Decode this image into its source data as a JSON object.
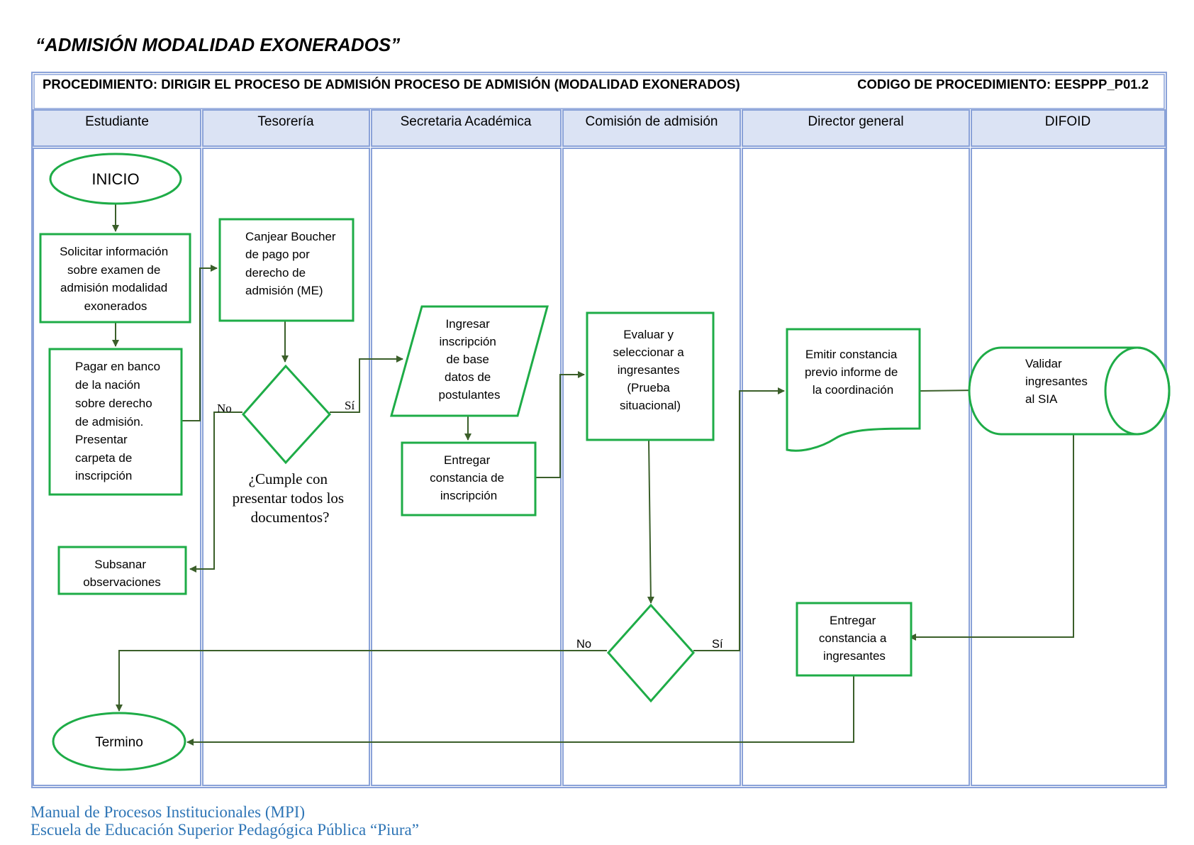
{
  "title": "“ADMISIÓN MODALIDAD EXONERADOS”",
  "header": {
    "procedure": "PROCEDIMIENTO: DIRIGIR EL PROCESO DE ADMISIÓN PROCESO DE ADMISIÓN (MODALIDAD EXONERADOS)",
    "code": "CODIGO DE PROCEDIMIENTO: EESPPP_P01.2"
  },
  "lanes": [
    "Estudiante",
    "Tesorería",
    "Secretaria Académica",
    "Comisión de admisión",
    "Director general",
    "DIFOID"
  ],
  "nodes": {
    "inicio": "INICIO",
    "solicitar": [
      "Solicitar información",
      "sobre examen de",
      "admisión modalidad",
      "exonerados"
    ],
    "pagar": [
      "Pagar en banco",
      "de la nación",
      "sobre derecho",
      "de admisión.",
      "Presentar",
      "carpeta de",
      "inscripción"
    ],
    "subsanar": [
      "Subsanar",
      "observaciones"
    ],
    "termino": "Termino",
    "canjear": [
      "Canjear Boucher",
      "de pago por",
      "derecho de",
      "admisión (ME)"
    ],
    "decision1_text": [
      "¿Cumple con",
      "presentar todos los",
      "documentos?"
    ],
    "ingresar": [
      "Ingresar",
      "inscripción",
      "de base",
      "datos de",
      "postulantes"
    ],
    "entregar_constancia": [
      "Entregar",
      "constancia de",
      "inscripción"
    ],
    "evaluar": [
      "Evaluar y",
      "seleccionar a",
      "ingresantes",
      "(Prueba",
      "situacional)"
    ],
    "emitir": [
      "Emitir constancia",
      "previo informe de",
      "la coordinación"
    ],
    "entregar_ingresantes": [
      "Entregar",
      "constancia a",
      "ingresantes"
    ],
    "validar": [
      "Validar",
      "ingresantes",
      "al SIA"
    ]
  },
  "edge_labels": {
    "d1_no": "No",
    "d1_si": "Sí",
    "d2_no": "No",
    "d2_si": "Sí"
  },
  "footer": {
    "line1": "Manual de Procesos Institucionales (MPI)",
    "line2": "Escuela de Educación Superior Pedagógica Pública “Piura”"
  },
  "colors": {
    "node_border": "#1eac47",
    "edge": "#3b5f2a",
    "lane_header_bg": "#dbe3f4",
    "lane_border": "#8aa2d8",
    "footer_text": "#2e75b6"
  }
}
